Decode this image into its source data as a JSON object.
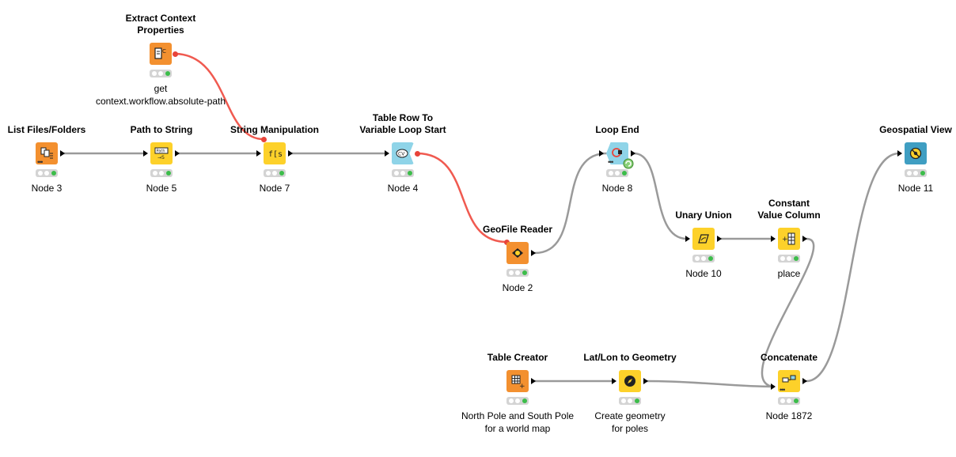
{
  "workflow": {
    "nodes": [
      {
        "id": "extract-context",
        "title": "Extract Context\nProperties",
        "label": "get\ncontext.workflow.absolute-path",
        "icon": "context-properties-icon",
        "color": "#f3902f"
      },
      {
        "id": "list-files",
        "title": "List Files/Folders",
        "label": "Node 3",
        "icon": "list-files-icon",
        "color": "#f3902f"
      },
      {
        "id": "path-to-string",
        "title": "Path to String",
        "label": "Node 5",
        "icon": "path-string-icon",
        "color": "#fdd12a"
      },
      {
        "id": "string-manipulation",
        "title": "String Manipulation",
        "label": "Node 7",
        "icon": "string-function-icon",
        "color": "#fdd12a"
      },
      {
        "id": "table-row-loop",
        "title": "Table Row To\nVariable Loop Start",
        "label": "Node 4",
        "icon": "variable-loop-icon",
        "color": "#8fd4e8"
      },
      {
        "id": "geofile-reader",
        "title": "GeoFile Reader",
        "label": "Node 2",
        "icon": "geofile-icon",
        "color": "#f3902f"
      },
      {
        "id": "loop-end",
        "title": "Loop End",
        "label": "Node 8",
        "icon": "loop-end-icon",
        "color": "#8fd4e8"
      },
      {
        "id": "unary-union",
        "title": "Unary Union",
        "label": "Node 10",
        "icon": "union-icon",
        "color": "#fdd12a"
      },
      {
        "id": "constant-value",
        "title": "Constant\nValue Column",
        "label": "place",
        "icon": "constant-column-icon",
        "color": "#fdd12a"
      },
      {
        "id": "geospatial-view",
        "title": "Geospatial View",
        "label": "Node 11",
        "icon": "geo-view-icon",
        "color": "#3f9ec2"
      },
      {
        "id": "table-creator",
        "title": "Table Creator",
        "label": "North Pole and South Pole\nfor a world map",
        "icon": "table-creator-icon",
        "color": "#f3902f"
      },
      {
        "id": "latlon-geometry",
        "title": "Lat/Lon to Geometry",
        "label": "Create geometry\nfor poles",
        "icon": "compass-icon",
        "color": "#fdd12a"
      },
      {
        "id": "concatenate",
        "title": "Concatenate",
        "label": "Node 1872",
        "icon": "concatenate-icon",
        "color": "#fdd12a"
      }
    ],
    "colors": {
      "data_wire": "#9a9a9a",
      "variable_wire": "#f05a50",
      "status_ok": "#3cbd4a",
      "status_bar": "#d4d4d4"
    }
  }
}
